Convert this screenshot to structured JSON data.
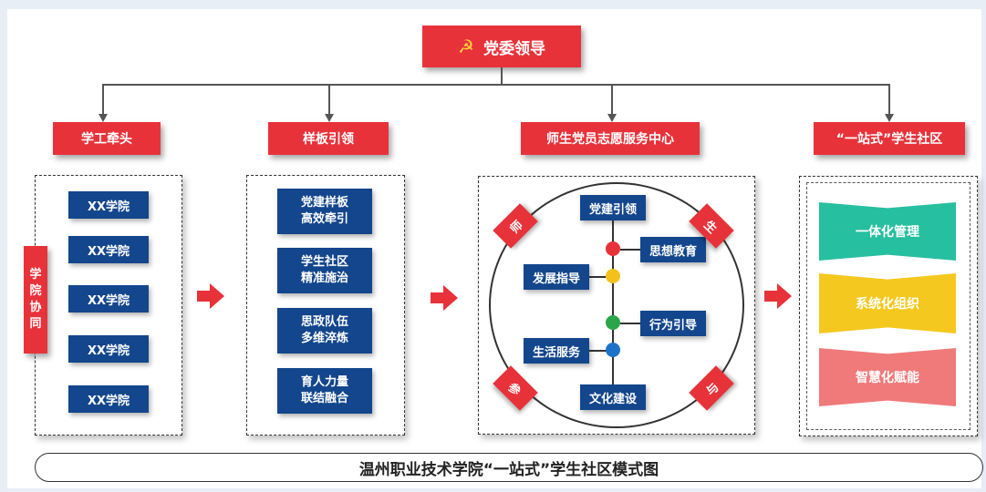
{
  "top": {
    "label": "党委领导",
    "emblem": "party-emblem-icon"
  },
  "columns": [
    {
      "header": "学工牵头"
    },
    {
      "header": "样板引领"
    },
    {
      "header": "师生党员志愿服务中心"
    },
    {
      "header": "“一站式”学生社区"
    }
  ],
  "col1": {
    "side_label": "学\n院\n协\n同",
    "colleges": [
      "XX学院",
      "XX学院",
      "XX学院",
      "XX学院",
      "XX学院"
    ]
  },
  "col2": {
    "items": [
      {
        "line1": "党建样板",
        "line2": "高效牵引"
      },
      {
        "line1": "学生社区",
        "line2": "精准施治"
      },
      {
        "line1": "思政队伍",
        "line2": "多维淬炼"
      },
      {
        "line1": "育人力量",
        "line2": "联结融合"
      }
    ]
  },
  "col3": {
    "corners": [
      "师",
      "生",
      "参",
      "与"
    ],
    "nodes": {
      "top": "党建引领",
      "right1": "思想教育",
      "left1": "发展指导",
      "right2": "行为引导",
      "left2": "生活服务",
      "bottom": "文化建设"
    },
    "dot_colors": [
      "#e8323a",
      "#f2c21b",
      "#2aa64a",
      "#1e73c8"
    ]
  },
  "col4": {
    "items": [
      "一体化管理",
      "系统化组织",
      "智慧化赋能"
    ],
    "colors": [
      "#26bfa0",
      "#f4c81e",
      "#f07a7a"
    ]
  },
  "footer": {
    "caption": "温州职业技术学院“一站式”学生社区模式图"
  },
  "colors": {
    "accent_red": "#e8323a",
    "navy": "#13468c"
  }
}
